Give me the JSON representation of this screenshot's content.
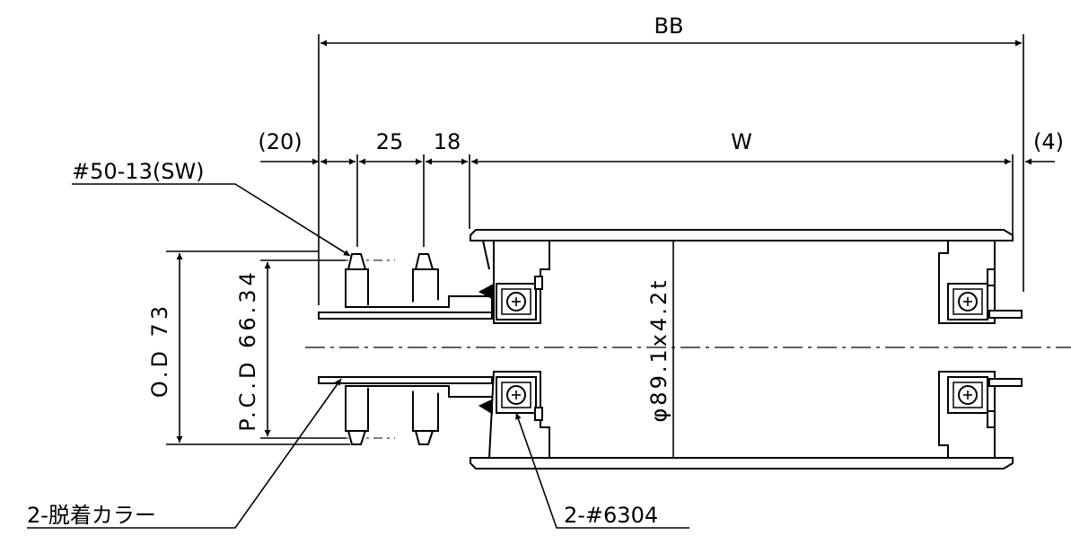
{
  "labels": {
    "bb": "BB",
    "dim_20": "(20)",
    "dim_25": "25",
    "dim_18": "18",
    "w": "W",
    "dim_4": "(4)",
    "sprocket": "#50-13(SW)",
    "od": "O.D 73",
    "pcd": "P.C.D 66.34",
    "tube": "φ89.1x4.2t",
    "collar": "2-脱着カラー",
    "bearing": "2-#6304"
  },
  "colors": {
    "line": "#000000",
    "background": "#ffffff"
  },
  "icons": {
    "bearing": "bearing-screw-icon"
  }
}
